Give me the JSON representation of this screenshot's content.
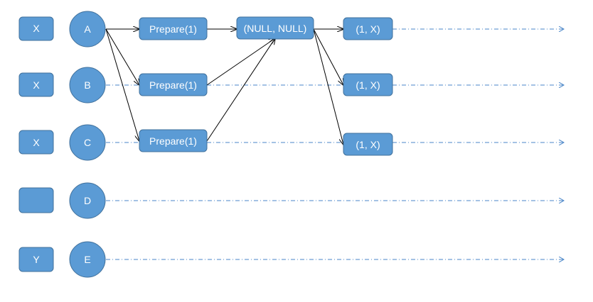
{
  "colors": {
    "node_fill": "#5b9bd5",
    "node_stroke": "#41719c",
    "text": "#ffffff",
    "arrow": "#000000",
    "timeline": "#4a86c8"
  },
  "rows": [
    {
      "value": "X",
      "node": "A"
    },
    {
      "value": "X",
      "node": "B"
    },
    {
      "value": "X",
      "node": "C"
    },
    {
      "value": "",
      "node": "D"
    },
    {
      "value": "Y",
      "node": "E"
    }
  ],
  "prepare_messages": [
    "Prepare(1)",
    "Prepare(1)",
    "Prepare(1)"
  ],
  "promise_box": "(NULL, NULL)",
  "accept_messages": [
    "(1, X)",
    "(1, X)",
    "(1, X)"
  ]
}
